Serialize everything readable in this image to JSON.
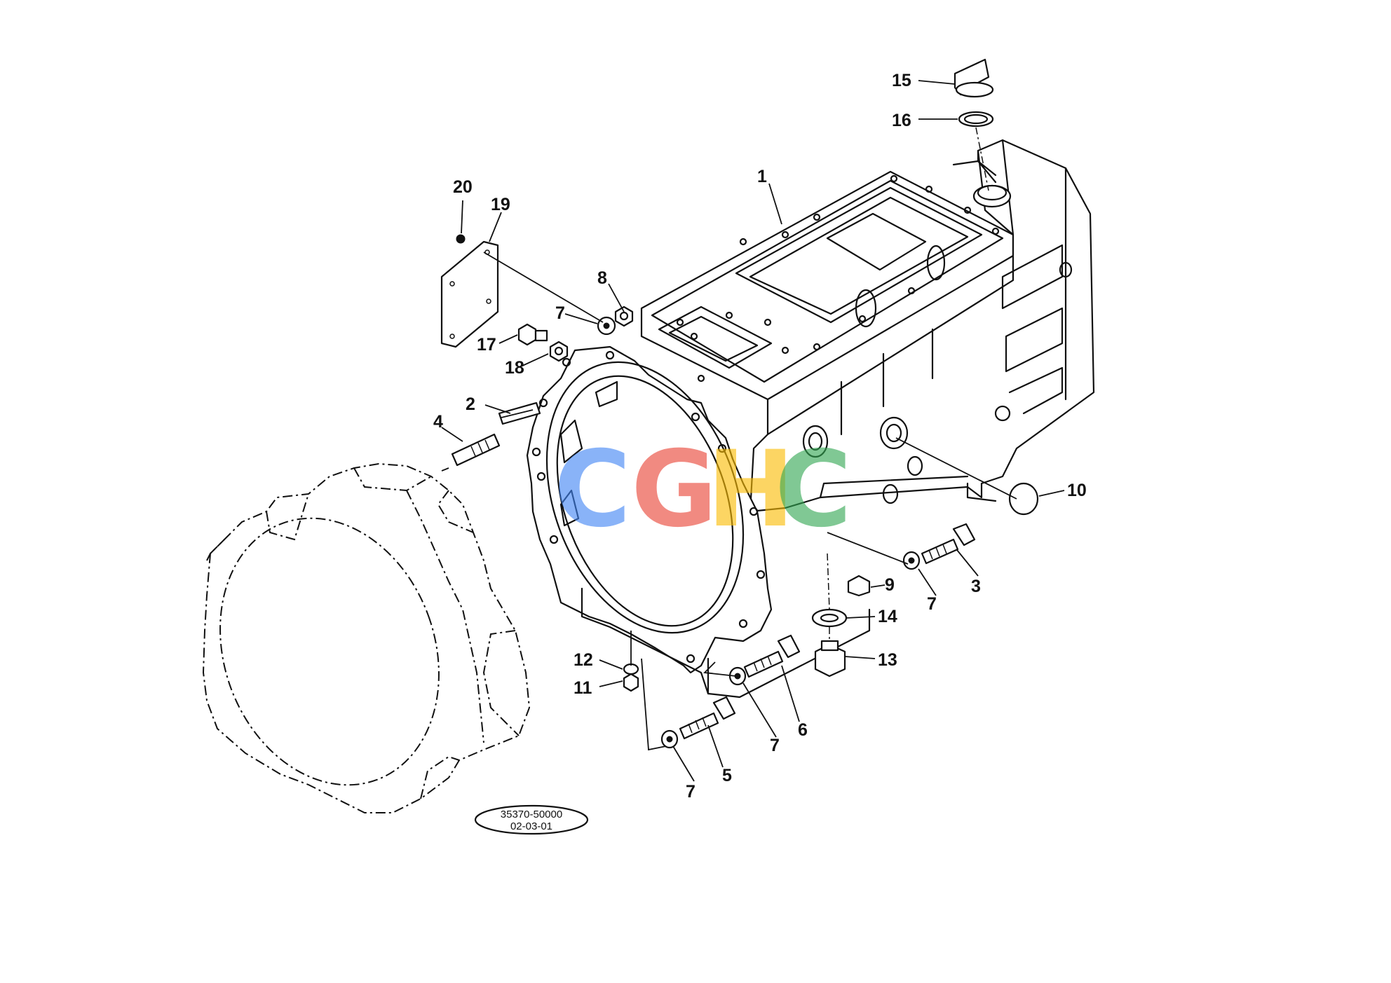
{
  "watermark": {
    "letters": [
      "C",
      "G",
      "H",
      "C"
    ],
    "colors": [
      "#4285F4",
      "#EA4335",
      "#FBBC05",
      "#34A853"
    ]
  },
  "callouts": {
    "c1": "1",
    "c2": "2",
    "c3": "3",
    "c4": "4",
    "c5": "5",
    "c6": "6",
    "c7a": "7",
    "c7b": "7",
    "c7c": "7",
    "c7d": "7",
    "c8": "8",
    "c9": "9",
    "c10": "10",
    "c11": "11",
    "c12": "12",
    "c13": "13",
    "c14": "14",
    "c15": "15",
    "c16": "16",
    "c17": "17",
    "c18": "18",
    "c19": "19",
    "c20": "20"
  },
  "reference": {
    "code": "35370-50000",
    "page": "02-03-01"
  }
}
